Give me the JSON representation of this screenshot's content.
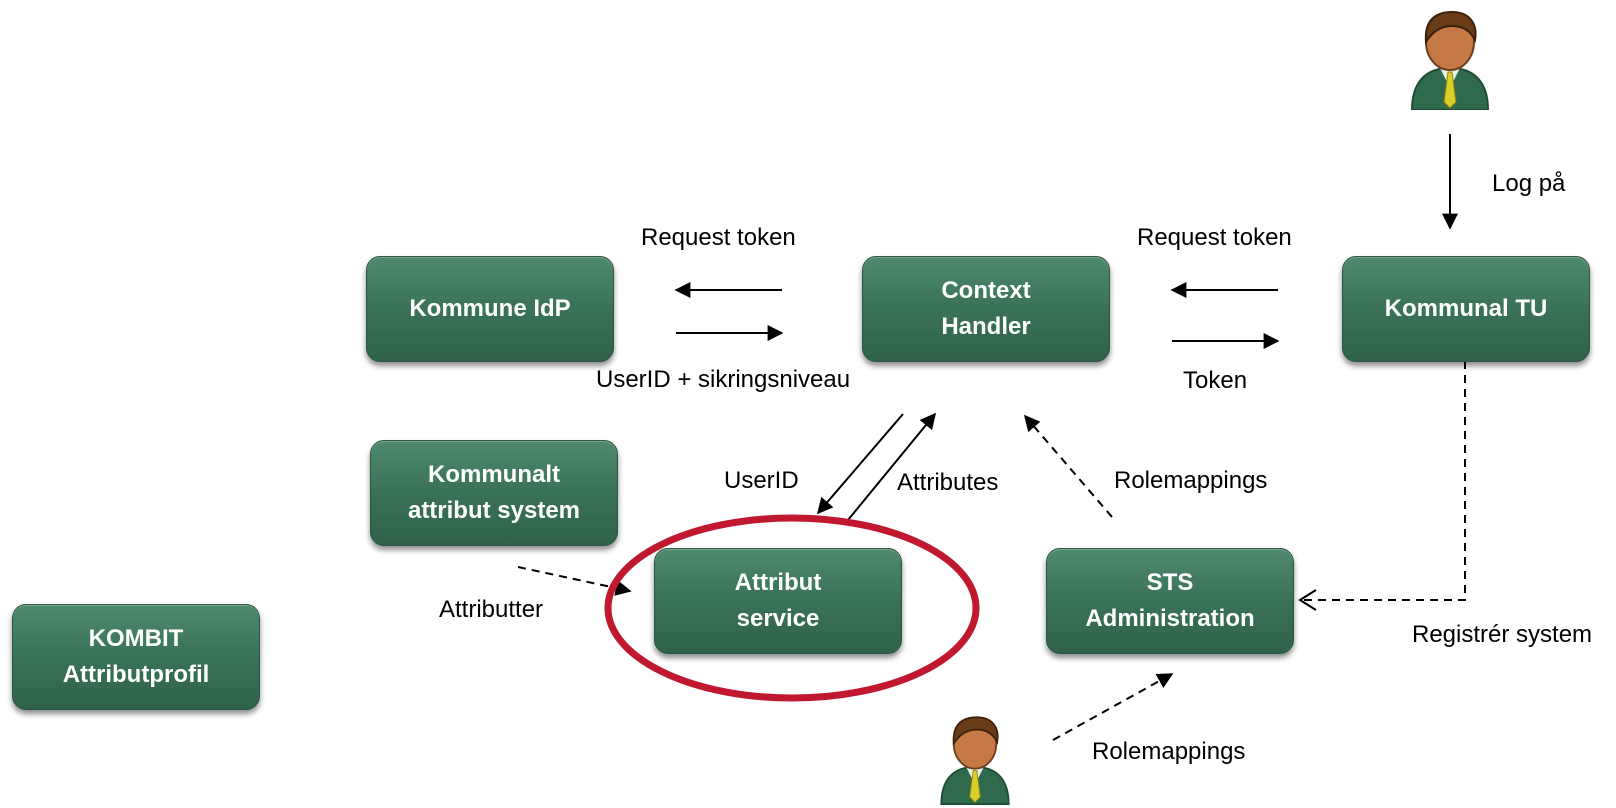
{
  "nodes": {
    "kommune_idp": "Kommune IdP",
    "context_handler": [
      "Context",
      "Handler"
    ],
    "kommunal_tu": "Kommunal TU",
    "kommunalt_attribut_system": [
      "Kommunalt",
      "attribut system"
    ],
    "attribut_service": [
      "Attribut",
      "service"
    ],
    "sts_administration": [
      "STS",
      "Administration"
    ],
    "kombit_attributprofil": [
      "KOMBIT",
      "Attributprofil"
    ]
  },
  "labels": {
    "request_token_left": "Request token",
    "request_token_right": "Request token",
    "userid_sikringsniveau": "UserID + sikringsniveau",
    "token": "Token",
    "log_pa": "Log på",
    "userid": "UserID",
    "attributes": "Attributes",
    "rolemappings_top": "Rolemappings",
    "rolemappings_bottom": "Rolemappings",
    "attributter": "Attributter",
    "registrer_system": "Registrér system"
  },
  "colors": {
    "box_fill": "#3b7459",
    "highlight_ring": "#c0182e",
    "arrow": "#000000"
  },
  "icons": {
    "user_top": "user-icon",
    "user_bottom": "user-icon"
  }
}
